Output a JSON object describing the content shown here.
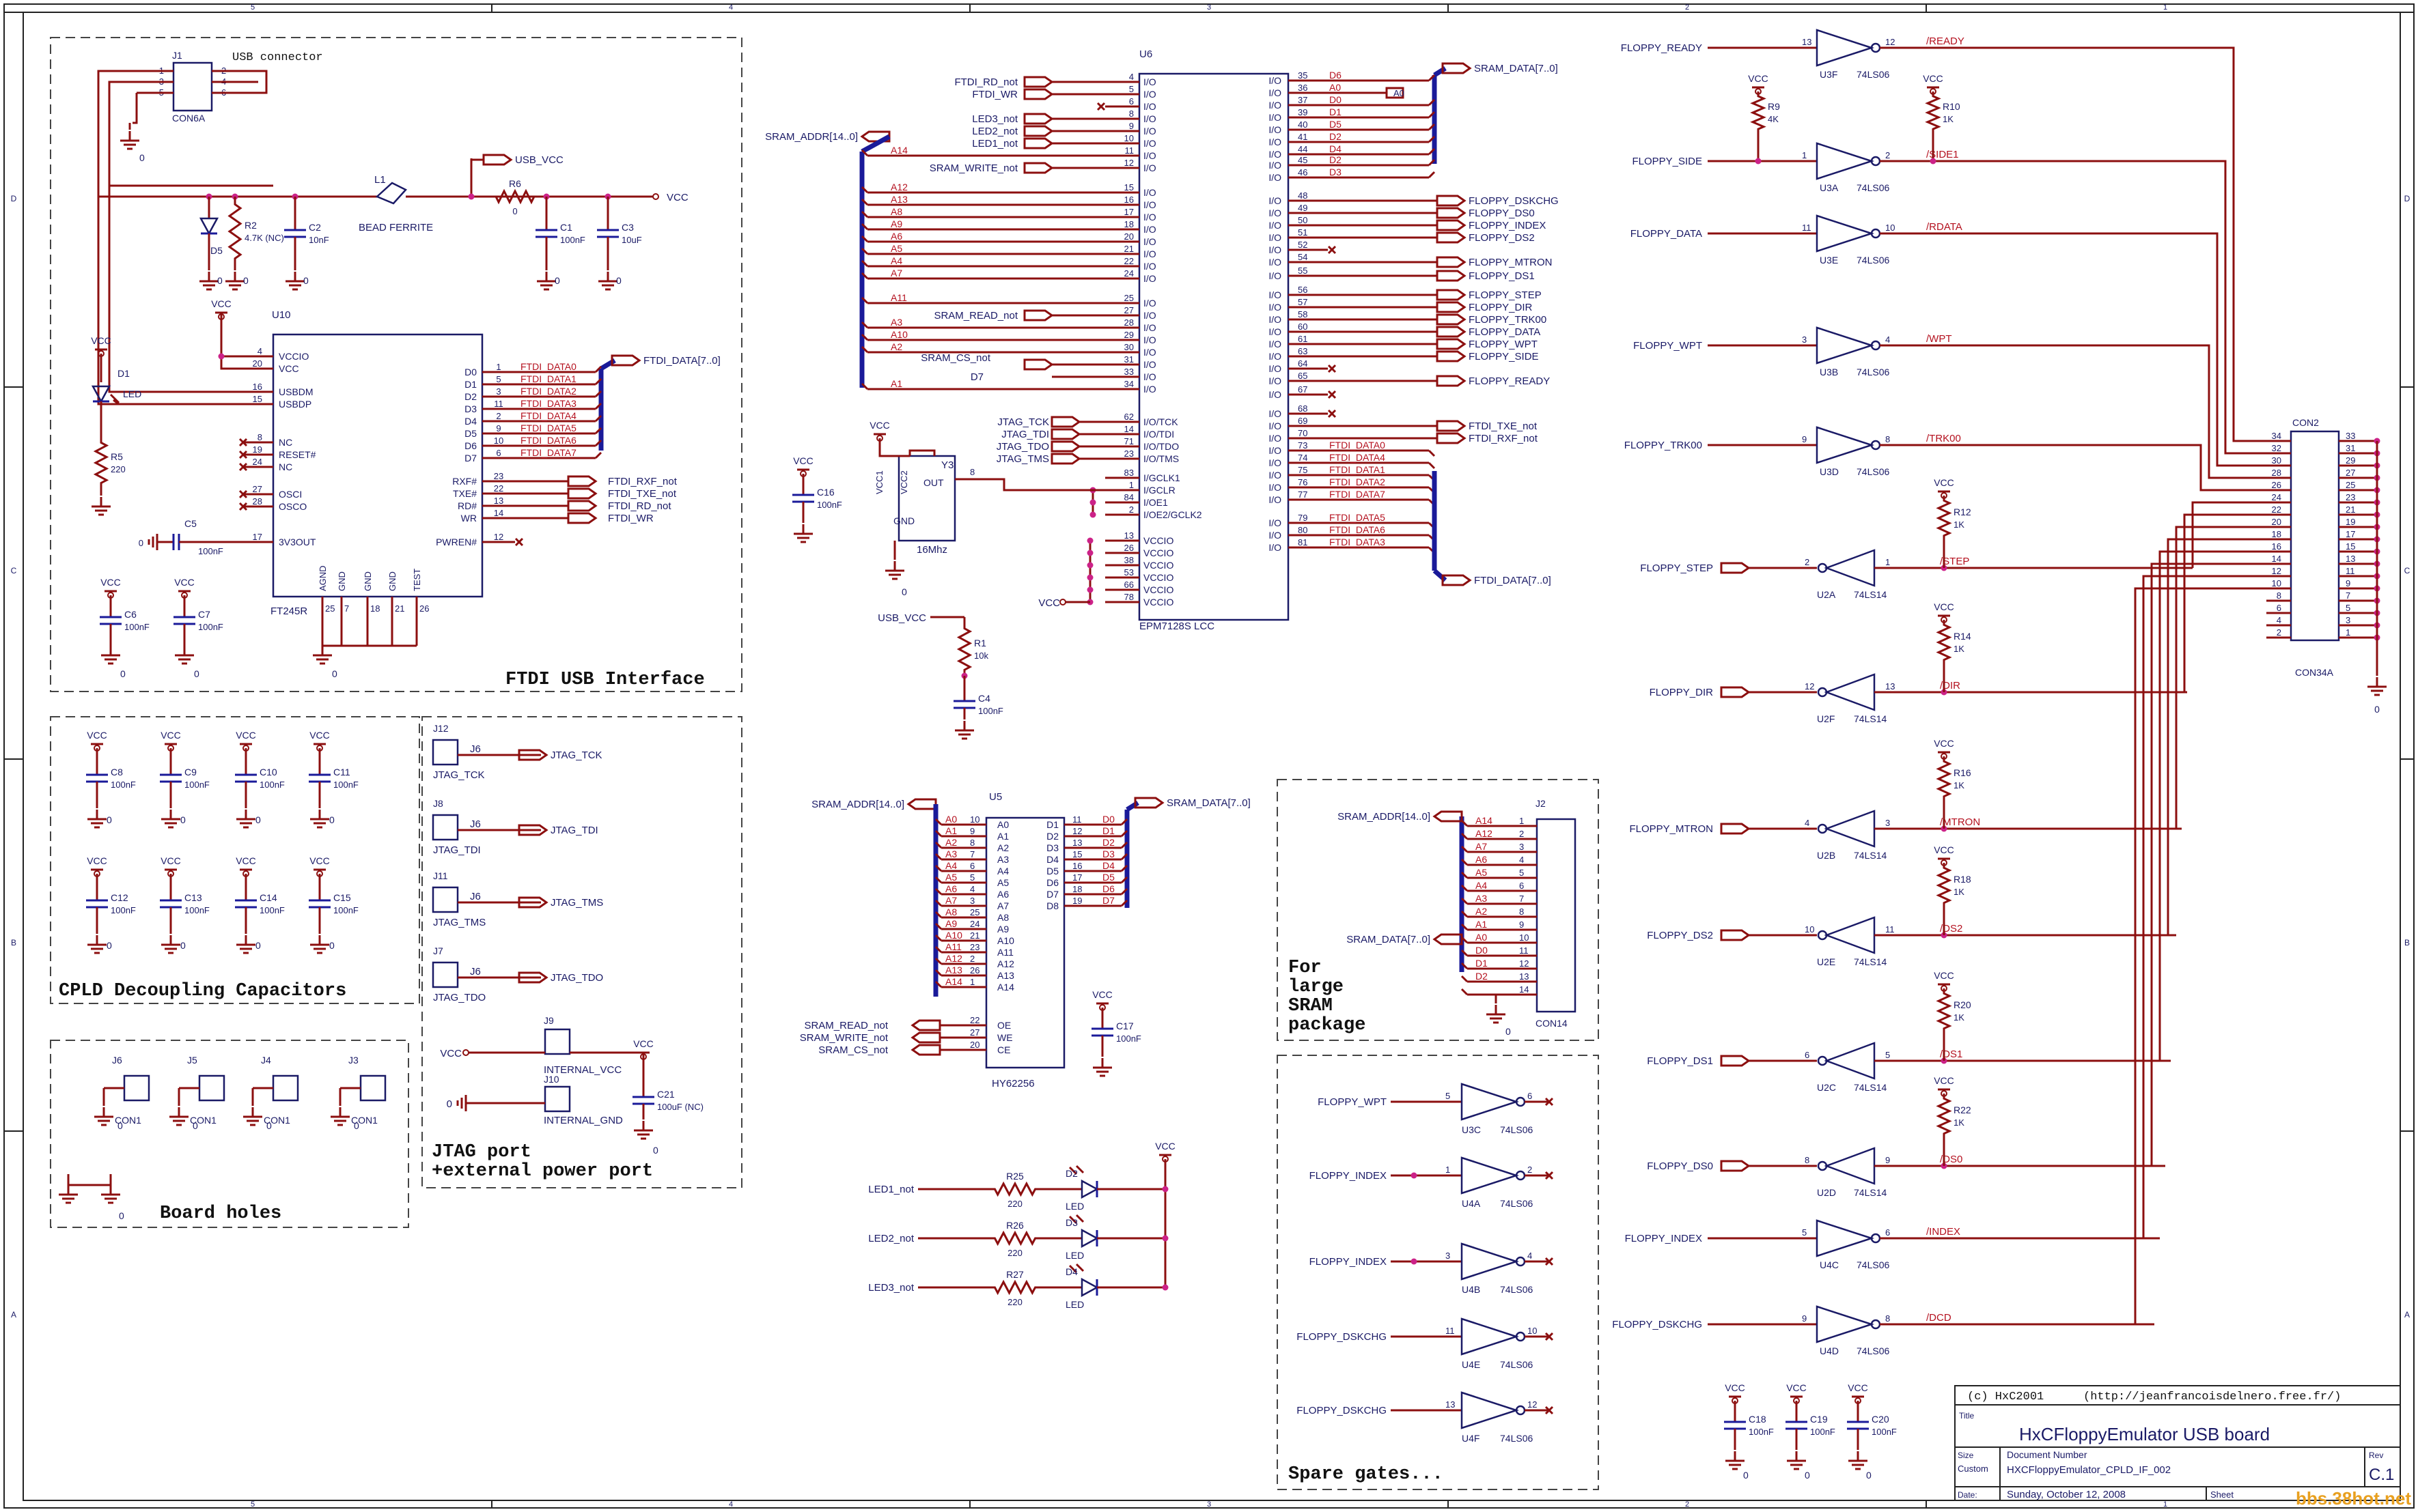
{
  "sheet": {
    "title_block": {
      "copyright": "(c) HxC2001",
      "url": "(http://jeanfrancoisdelnero.free.fr/)",
      "title_label": "Title",
      "title": "HxCFloppyEmulator USB board",
      "size_label": "Size",
      "size": "Custom",
      "docnum_label": "Document Number",
      "docnum": "HXCFloppyEmulator_CPLD_IF_002",
      "rev_label": "Rev",
      "rev": "C.1",
      "date_label": "Date:",
      "date": "Sunday, October 12, 2008",
      "sheet_label": "Sheet",
      "watermark": "bbs.38hot.net"
    },
    "zone_cols": [
      "5",
      "4",
      "3",
      "2",
      "1"
    ],
    "zone_rows": [
      "D",
      "C",
      "B",
      "A"
    ]
  },
  "sections": {
    "usb": "FTDI USB Interface",
    "decoupling": "CPLD Decoupling Capacitors",
    "holes": "Board holes",
    "jtag": "JTAG port",
    "jtag2": "+external power port",
    "sram1": "For",
    "sram2": "large",
    "sram3": "SRAM",
    "sram4": "package",
    "spare": "Spare gates...",
    "usb_connector": "USB connector"
  },
  "components": {
    "j1": {
      "ref": "J1",
      "name": "CON6A",
      "pins": [
        "1",
        "2",
        "3",
        "4",
        "5",
        "6"
      ]
    },
    "u10": {
      "ref": "U10",
      "name": "FT245R",
      "left_pins": [
        {
          "n": "4",
          "s": "VCCIO"
        },
        {
          "n": "20",
          "s": "VCC"
        },
        {
          "n": "16",
          "s": "USBDM"
        },
        {
          "n": "15",
          "s": "USBDP"
        },
        {
          "n": "8",
          "s": "NC"
        },
        {
          "n": "19",
          "s": "RESET#"
        },
        {
          "n": "24",
          "s": "NC"
        },
        {
          "n": "27",
          "s": "OSCI"
        },
        {
          "n": "28",
          "s": "OSCO"
        },
        {
          "n": "17",
          "s": "3V3OUT"
        }
      ],
      "right_pins": [
        {
          "n": "1",
          "s": "D0",
          "net": "FTDI_DATA0"
        },
        {
          "n": "5",
          "s": "D1",
          "net": "FTDI_DATA1"
        },
        {
          "n": "3",
          "s": "D2",
          "net": "FTDI_DATA2"
        },
        {
          "n": "11",
          "s": "D3",
          "net": "FTDI_DATA3"
        },
        {
          "n": "2",
          "s": "D4",
          "net": "FTDI_DATA4"
        },
        {
          "n": "9",
          "s": "D5",
          "net": "FTDI_DATA5"
        },
        {
          "n": "10",
          "s": "D6",
          "net": "FTDI_DATA6"
        },
        {
          "n": "6",
          "s": "D7",
          "net": "FTDI_DATA7"
        },
        {
          "n": "23",
          "s": "RXF#",
          "net": "FTDI_RXF_not"
        },
        {
          "n": "22",
          "s": "TXE#",
          "net": "FTDI_TXE_not"
        },
        {
          "n": "13",
          "s": "RD#",
          "net": "FTDI_RD_not"
        },
        {
          "n": "14",
          "s": "WR",
          "net": "FTDI_WR"
        },
        {
          "n": "12",
          "s": "PWREN#",
          "net": ""
        }
      ],
      "bottom_pins": [
        {
          "n": "25",
          "s": "AGND"
        },
        {
          "n": "7",
          "s": "GND"
        },
        {
          "n": "18",
          "s": "GND"
        },
        {
          "n": "21",
          "s": "GND"
        },
        {
          "n": "26",
          "s": "TEST"
        }
      ],
      "bus": "FTDI_DATA[7..0]"
    },
    "u6": {
      "ref": "U6",
      "name": "EPM7128S LCC",
      "left_pins": [
        {
          "n": "4",
          "s": "I/O",
          "net": "FTDI_RD_not"
        },
        {
          "n": "5",
          "s": "I/O",
          "net": "FTDI_WR"
        },
        {
          "n": "6",
          "s": "I/O",
          "net": ""
        },
        {
          "n": "8",
          "s": "I/O",
          "net": "LED3_not"
        },
        {
          "n": "9",
          "s": "I/O",
          "net": "LED2_not"
        },
        {
          "n": "10",
          "s": "I/O",
          "net": "LED1_not"
        },
        {
          "n": "11",
          "s": "I/O",
          "net": "A14"
        },
        {
          "n": "12",
          "s": "I/O",
          "net": "SRAM_WRITE_not"
        },
        {
          "n": "15",
          "s": "I/O",
          "net": "A12"
        },
        {
          "n": "16",
          "s": "I/O",
          "net": "A13"
        },
        {
          "n": "17",
          "s": "I/O",
          "net": "A8"
        },
        {
          "n": "18",
          "s": "I/O",
          "net": "A9"
        },
        {
          "n": "20",
          "s": "I/O",
          "net": "A6"
        },
        {
          "n": "21",
          "s": "I/O",
          "net": "A5"
        },
        {
          "n": "22",
          "s": "I/O",
          "net": "A4"
        },
        {
          "n": "24",
          "s": "I/O",
          "net": "A7"
        },
        {
          "n": "25",
          "s": "I/O",
          "net": "A11"
        },
        {
          "n": "27",
          "s": "I/O",
          "net": "SRAM_READ_not"
        },
        {
          "n": "28",
          "s": "I/O",
          "net": "A3"
        },
        {
          "n": "29",
          "s": "I/O",
          "net": "A10"
        },
        {
          "n": "30",
          "s": "I/O",
          "net": "A2"
        },
        {
          "n": "31",
          "s": "I/O",
          "net": "SRAM_CS_not"
        },
        {
          "n": "33",
          "s": "I/O",
          "net": "D7"
        },
        {
          "n": "34",
          "s": "I/O",
          "net": "A1"
        },
        {
          "n": "62",
          "s": "I/O/TCK",
          "net": "JTAG_TCK"
        },
        {
          "n": "14",
          "s": "I/O/TDI",
          "net": "JTAG_TDI"
        },
        {
          "n": "71",
          "s": "I/O/TDO",
          "net": "JTAG_TDO"
        },
        {
          "n": "23",
          "s": "I/O/TMS",
          "net": "JTAG_TMS"
        },
        {
          "n": "83",
          "s": "I/GCLK1",
          "net": ""
        },
        {
          "n": "1",
          "s": "I/GCLR",
          "net": ""
        },
        {
          "n": "84",
          "s": "I/OE1",
          "net": ""
        },
        {
          "n": "2",
          "s": "I/OE2/GCLK2",
          "net": ""
        },
        {
          "n": "13",
          "s": "VCCIO",
          "net": ""
        },
        {
          "n": "26",
          "s": "VCCIO",
          "net": ""
        },
        {
          "n": "38",
          "s": "VCCIO",
          "net": ""
        },
        {
          "n": "53",
          "s": "VCCIO",
          "net": ""
        },
        {
          "n": "66",
          "s": "VCCIO",
          "net": ""
        },
        {
          "n": "78",
          "s": "VCCIO",
          "net": ""
        }
      ],
      "right_pins": [
        {
          "n": "35",
          "net": "D6"
        },
        {
          "n": "36",
          "net": "A0"
        },
        {
          "n": "37",
          "net": "D0"
        },
        {
          "n": "39",
          "net": "D1"
        },
        {
          "n": "40",
          "net": "D5"
        },
        {
          "n": "41",
          "net": "D2"
        },
        {
          "n": "44",
          "net": "D4"
        },
        {
          "n": "45",
          "net": "D2"
        },
        {
          "n": "46",
          "net": "D3"
        },
        {
          "n": "48",
          "net": "FLOPPY_DSKCHG"
        },
        {
          "n": "49",
          "net": "FLOPPY_DS0"
        },
        {
          "n": "50",
          "net": "FLOPPY_INDEX"
        },
        {
          "n": "51",
          "net": "FLOPPY_DS2"
        },
        {
          "n": "52",
          "net": ""
        },
        {
          "n": "54",
          "net": "FLOPPY_MTRON"
        },
        {
          "n": "55",
          "net": "FLOPPY_DS1"
        },
        {
          "n": "56",
          "net": "FLOPPY_STEP"
        },
        {
          "n": "57",
          "net": "FLOPPY_DIR"
        },
        {
          "n": "58",
          "net": "FLOPPY_TRK00"
        },
        {
          "n": "60",
          "net": "FLOPPY_DATA"
        },
        {
          "n": "61",
          "net": "FLOPPY_WPT"
        },
        {
          "n": "63",
          "net": "FLOPPY_SIDE"
        },
        {
          "n": "64",
          "net": ""
        },
        {
          "n": "65",
          "net": "FLOPPY_READY"
        },
        {
          "n": "67",
          "net": ""
        },
        {
          "n": "68",
          "net": ""
        },
        {
          "n": "69",
          "net": "FTDI_TXE_not"
        },
        {
          "n": "70",
          "net": "FTDI_RXF_not"
        },
        {
          "n": "73",
          "net": "FTDI_DATA0"
        },
        {
          "n": "74",
          "net": "FTDI_DATA4"
        },
        {
          "n": "75",
          "net": "FTDI_DATA1"
        },
        {
          "n": "76",
          "net": "FTDI_DATA2"
        },
        {
          "n": "77",
          "net": "FTDI_DATA7"
        },
        {
          "n": "79",
          "net": "FTDI_DATA5"
        },
        {
          "n": "80",
          "net": "FTDI_DATA6"
        },
        {
          "n": "81",
          "net": "FTDI_DATA3"
        }
      ]
    },
    "u5": {
      "ref": "U5",
      "name": "HY62256",
      "left_pins": [
        {
          "n": "10",
          "s": "A0",
          "net": "A0"
        },
        {
          "n": "9",
          "s": "A1",
          "net": "A1"
        },
        {
          "n": "8",
          "s": "A2",
          "net": "A2"
        },
        {
          "n": "7",
          "s": "A3",
          "net": "A3"
        },
        {
          "n": "6",
          "s": "A4",
          "net": "A4"
        },
        {
          "n": "5",
          "s": "A5",
          "net": "A5"
        },
        {
          "n": "4",
          "s": "A6",
          "net": "A6"
        },
        {
          "n": "3",
          "s": "A7",
          "net": "A7"
        },
        {
          "n": "25",
          "s": "A8",
          "net": "A8"
        },
        {
          "n": "24",
          "s": "A9",
          "net": "A9"
        },
        {
          "n": "21",
          "s": "A10",
          "net": "A10"
        },
        {
          "n": "23",
          "s": "A11",
          "net": "A11"
        },
        {
          "n": "2",
          "s": "A12",
          "net": "A12"
        },
        {
          "n": "26",
          "s": "A13",
          "net": "A13"
        },
        {
          "n": "1",
          "s": "A14",
          "net": "A14"
        }
      ],
      "right_pins": [
        {
          "n": "11",
          "s": "D1",
          "net": "D0"
        },
        {
          "n": "12",
          "s": "D2",
          "net": "D1"
        },
        {
          "n": "13",
          "s": "D3",
          "net": "D2"
        },
        {
          "n": "15",
          "s": "D4",
          "net": "D3"
        },
        {
          "n": "16",
          "s": "D5",
          "net": "D4"
        },
        {
          "n": "17",
          "s": "D6",
          "net": "D5"
        },
        {
          "n": "18",
          "s": "D7",
          "net": "D6"
        },
        {
          "n": "19",
          "s": "D8",
          "net": "D7"
        }
      ],
      "ctrl_pins": [
        {
          "n": "22",
          "s": "OE",
          "net": "SRAM_READ_not"
        },
        {
          "n": "27",
          "s": "WE",
          "net": "SRAM_WRITE_not"
        },
        {
          "n": "20",
          "s": "CE",
          "net": "SRAM_CS_not"
        }
      ]
    },
    "j2": {
      "ref": "J2",
      "name": "CON14",
      "nets": [
        "A14",
        "A12",
        "A7",
        "A6",
        "A5",
        "A4",
        "A3",
        "A2",
        "A1",
        "A0",
        "D0",
        "D1",
        "D2",
        ""
      ],
      "pins": [
        "1",
        "2",
        "3",
        "4",
        "5",
        "6",
        "7",
        "8",
        "9",
        "10",
        "11",
        "12",
        "13",
        "14"
      ]
    },
    "con2": {
      "ref": "CON2",
      "name": "CON34A",
      "left": [
        "34",
        "32",
        "30",
        "28",
        "26",
        "24",
        "22",
        "20",
        "18",
        "16",
        "14",
        "12",
        "10",
        "8",
        "6",
        "4",
        "2"
      ],
      "right": [
        "33",
        "31",
        "29",
        "27",
        "25",
        "23",
        "21",
        "19",
        "17",
        "15",
        "13",
        "11",
        "9",
        "7",
        "5",
        "3",
        "1"
      ]
    },
    "y3": {
      "ref": "Y3",
      "name": "16Mhz",
      "pins": [
        "VCC1",
        "VCC2",
        "OUT",
        "GND"
      ],
      "out_pin": "8"
    }
  },
  "nets": {
    "vcc": "VCC",
    "usb_vcc": "USB_VCC",
    "ftdi_bus": "FTDI_DATA[7..0]",
    "sram_addr": "SRAM_ADDR[14..0]",
    "sram_data": "SRAM_DATA[7..0]",
    "ground": "0"
  },
  "passives": {
    "l1": {
      "ref": "L1",
      "val": "BEAD FERRITE"
    },
    "r6": {
      "ref": "R6",
      "val": "0"
    },
    "c1": {
      "ref": "C1",
      "val": "100nF"
    },
    "c3": {
      "ref": "C3",
      "val": "10uF"
    },
    "c2": {
      "ref": "C2",
      "val": "10nF"
    },
    "r2": {
      "ref": "R2",
      "val": "4.7K (NC)"
    },
    "d5": {
      "ref": "D5",
      "val": ""
    },
    "d1": {
      "ref": "D1",
      "val": "LED"
    },
    "r5": {
      "ref": "R5",
      "val": "220"
    },
    "c5": {
      "ref": "C5",
      "val": "100nF"
    },
    "c6": {
      "ref": "C6",
      "val": "100nF"
    },
    "c7": {
      "ref": "C7",
      "val": "100nF"
    },
    "c16": {
      "ref": "C16",
      "val": "100nF"
    },
    "r1": {
      "ref": "R1",
      "val": "10k"
    },
    "c4": {
      "ref": "C4",
      "val": "100nF"
    },
    "c17": {
      "ref": "C17",
      "val": "100nF"
    },
    "c21": {
      "ref": "C21",
      "val": "100uF (NC)"
    },
    "r9": {
      "ref": "R9",
      "val": "4K"
    },
    "r10": {
      "ref": "R10",
      "val": "1K"
    },
    "r12": {
      "ref": "R12",
      "val": "1K"
    },
    "r14": {
      "ref": "R14",
      "val": "1K"
    },
    "r16": {
      "ref": "R16",
      "val": "1K"
    },
    "r18": {
      "ref": "R18",
      "val": "1K"
    },
    "r20": {
      "ref": "R20",
      "val": "1K"
    },
    "r22": {
      "ref": "R22",
      "val": "1K"
    }
  },
  "decoupling_caps": [
    {
      "ref": "C8",
      "val": "100nF"
    },
    {
      "ref": "C9",
      "val": "100nF"
    },
    {
      "ref": "C10",
      "val": "100nF"
    },
    {
      "ref": "C11",
      "val": "100nF"
    },
    {
      "ref": "C12",
      "val": "100nF"
    },
    {
      "ref": "C13",
      "val": "100nF"
    },
    {
      "ref": "C14",
      "val": "100nF"
    },
    {
      "ref": "C15",
      "val": "100nF"
    }
  ],
  "bottom_caps": [
    {
      "ref": "C18",
      "val": "100nF"
    },
    {
      "ref": "C19",
      "val": "100nF"
    },
    {
      "ref": "C20",
      "val": "100nF"
    }
  ],
  "holes": [
    {
      "ref": "J6",
      "name": "CON1"
    },
    {
      "ref": "J5",
      "name": "CON1"
    },
    {
      "ref": "J4",
      "name": "CON1"
    },
    {
      "ref": "J3",
      "name": "CON1"
    }
  ],
  "jtag": [
    {
      "ref": "J12",
      "name": "JTAG_TCK",
      "net": "JTAG_TCK"
    },
    {
      "ref": "J8",
      "name": "JTAG_TDI",
      "net": "JTAG_TDI"
    },
    {
      "ref": "J11",
      "name": "JTAG_TMS",
      "net": "JTAG_TMS"
    },
    {
      "ref": "J7",
      "name": "JTAG_TDO",
      "net": "JTAG_TDO"
    }
  ],
  "power_ports": [
    {
      "ref": "J9",
      "name": "INTERNAL_VCC",
      "net": "VCC"
    },
    {
      "ref": "J10",
      "name": "INTERNAL_GND",
      "net": "0"
    }
  ],
  "leds": [
    {
      "net": "LED1_not",
      "r": "R25",
      "rv": "220",
      "d": "D2",
      "dv": "LED"
    },
    {
      "net": "LED2_not",
      "r": "R26",
      "rv": "220",
      "d": "D3",
      "dv": "LED"
    },
    {
      "net": "LED3_not",
      "r": "R27",
      "rv": "220",
      "d": "D4",
      "dv": "LED"
    }
  ],
  "drivers": [
    {
      "in": "FLOPPY_READY",
      "ref": "U3F",
      "part": "74LS06",
      "pi": "13",
      "po": "12",
      "out": "/READY",
      "pull": ""
    },
    {
      "in": "FLOPPY_SIDE",
      "ref": "U3A",
      "part": "74LS06",
      "pi": "1",
      "po": "2",
      "out": "/SIDE1",
      "pull": ""
    },
    {
      "in": "FLOPPY_DATA",
      "ref": "U3E",
      "part": "74LS06",
      "pi": "11",
      "po": "10",
      "out": "/RDATA",
      "pull": ""
    },
    {
      "in": "FLOPPY_WPT",
      "ref": "U3B",
      "part": "74LS06",
      "pi": "3",
      "po": "4",
      "out": "/WPT",
      "pull": ""
    },
    {
      "in": "FLOPPY_TRK00",
      "ref": "U3D",
      "part": "74LS06",
      "pi": "9",
      "po": "8",
      "out": "/TRK00",
      "pull": ""
    },
    {
      "in": "FLOPPY_STEP",
      "ref": "U2A",
      "part": "74LS14",
      "pi": "1",
      "po": "2",
      "out": "/STEP",
      "pull": "R12"
    },
    {
      "in": "FLOPPY_DIR",
      "ref": "U2F",
      "part": "74LS14",
      "pi": "13",
      "po": "12",
      "out": "/DIR",
      "pull": "R14"
    },
    {
      "in": "FLOPPY_MTRON",
      "ref": "U2B",
      "part": "74LS14",
      "pi": "3",
      "po": "4",
      "out": "/MTRON",
      "pull": "R16"
    },
    {
      "in": "FLOPPY_DS2",
      "ref": "U2E",
      "part": "74LS14",
      "pi": "11",
      "po": "10",
      "out": "/DS2",
      "pull": "R18"
    },
    {
      "in": "FLOPPY_DS1",
      "ref": "U2C",
      "part": "74LS14",
      "pi": "5",
      "po": "6",
      "out": "/DS1",
      "pull": "R20"
    },
    {
      "in": "FLOPPY_DS0",
      "ref": "U2D",
      "part": "74LS14",
      "pi": "9",
      "po": "8",
      "out": "/DS0",
      "pull": "R22"
    },
    {
      "in": "FLOPPY_INDEX",
      "ref": "U4C",
      "part": "74LS06",
      "pi": "5",
      "po": "6",
      "out": "/INDEX",
      "pull": ""
    },
    {
      "in": "FLOPPY_DSKCHG",
      "ref": "U4D",
      "part": "74LS06",
      "pi": "9",
      "po": "8",
      "out": "/DCD",
      "pull": ""
    }
  ],
  "spare_gates": [
    {
      "in": "FLOPPY_WPT",
      "ref": "U3C",
      "part": "74LS06",
      "pi": "5",
      "po": "6"
    },
    {
      "in": "FLOPPY_INDEX",
      "ref": "U4A",
      "part": "74LS06",
      "pi": "1",
      "po": "2"
    },
    {
      "in": "FLOPPY_INDEX",
      "ref": "U4B",
      "part": "74LS06",
      "pi": "3",
      "po": "4"
    },
    {
      "in": "FLOPPY_DSKCHG",
      "ref": "U4E",
      "part": "74LS06",
      "pi": "11",
      "po": "10"
    },
    {
      "in": "FLOPPY_DSKCHG",
      "ref": "U4F",
      "part": "74LS06",
      "pi": "13",
      "po": "12"
    }
  ],
  "colors": {
    "wire": "#8c0f0f",
    "bus": "#1a1a99",
    "text": "#1a1a66",
    "label": "#b4101e",
    "junction": "#cc2288"
  }
}
